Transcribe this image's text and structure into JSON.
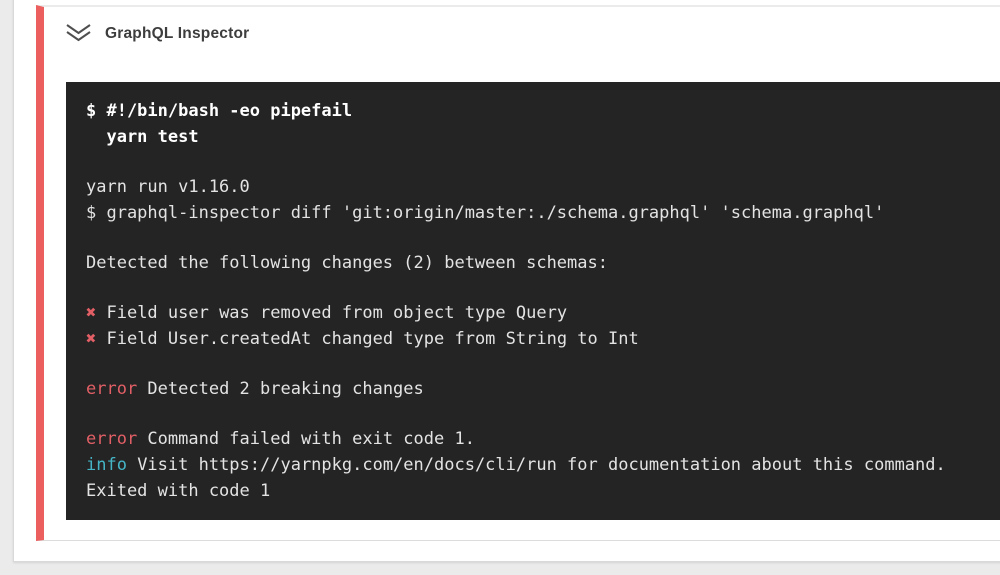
{
  "page": {
    "background": "#ebebeb"
  },
  "step": {
    "title": "GraphQL Inspector",
    "icon": "double-chevron-down-icon",
    "accent_color": "#ec5f5f"
  },
  "terminal": {
    "background": "#242424",
    "text_color": "#e3e3e3",
    "colors": {
      "bold": "#ffffff",
      "red": "#e25f66",
      "cyan": "#45b5c6"
    },
    "lines": [
      {
        "segments": [
          {
            "text": "$ #!/bin/bash -eo pipefail",
            "style": "bold"
          }
        ]
      },
      {
        "segments": [
          {
            "text": "  yarn test",
            "style": "bold"
          }
        ]
      },
      {
        "segments": []
      },
      {
        "segments": [
          {
            "text": "yarn run v1.16.0",
            "style": "plain"
          }
        ]
      },
      {
        "segments": [
          {
            "text": "$ graphql-inspector diff 'git:origin/master:./schema.graphql' 'schema.graphql'",
            "style": "plain"
          }
        ]
      },
      {
        "segments": []
      },
      {
        "segments": [
          {
            "text": "Detected the following changes (2) between schemas:",
            "style": "plain"
          }
        ]
      },
      {
        "segments": []
      },
      {
        "segments": [
          {
            "text": "✖",
            "style": "red"
          },
          {
            "text": " Field user was removed from object type Query",
            "style": "plain"
          }
        ]
      },
      {
        "segments": [
          {
            "text": "✖",
            "style": "red"
          },
          {
            "text": " Field User.createdAt changed type from String to Int",
            "style": "plain"
          }
        ]
      },
      {
        "segments": []
      },
      {
        "segments": [
          {
            "text": "error",
            "style": "red"
          },
          {
            "text": " Detected 2 breaking changes",
            "style": "plain"
          }
        ]
      },
      {
        "segments": []
      },
      {
        "segments": [
          {
            "text": "error",
            "style": "red"
          },
          {
            "text": " Command failed with exit code 1.",
            "style": "plain"
          }
        ]
      },
      {
        "segments": [
          {
            "text": "info",
            "style": "cyan"
          },
          {
            "text": " Visit https://yarnpkg.com/en/docs/cli/run for documentation about this command.",
            "style": "plain"
          }
        ]
      },
      {
        "segments": [
          {
            "text": "Exited with code 1",
            "style": "plain"
          }
        ]
      }
    ]
  }
}
